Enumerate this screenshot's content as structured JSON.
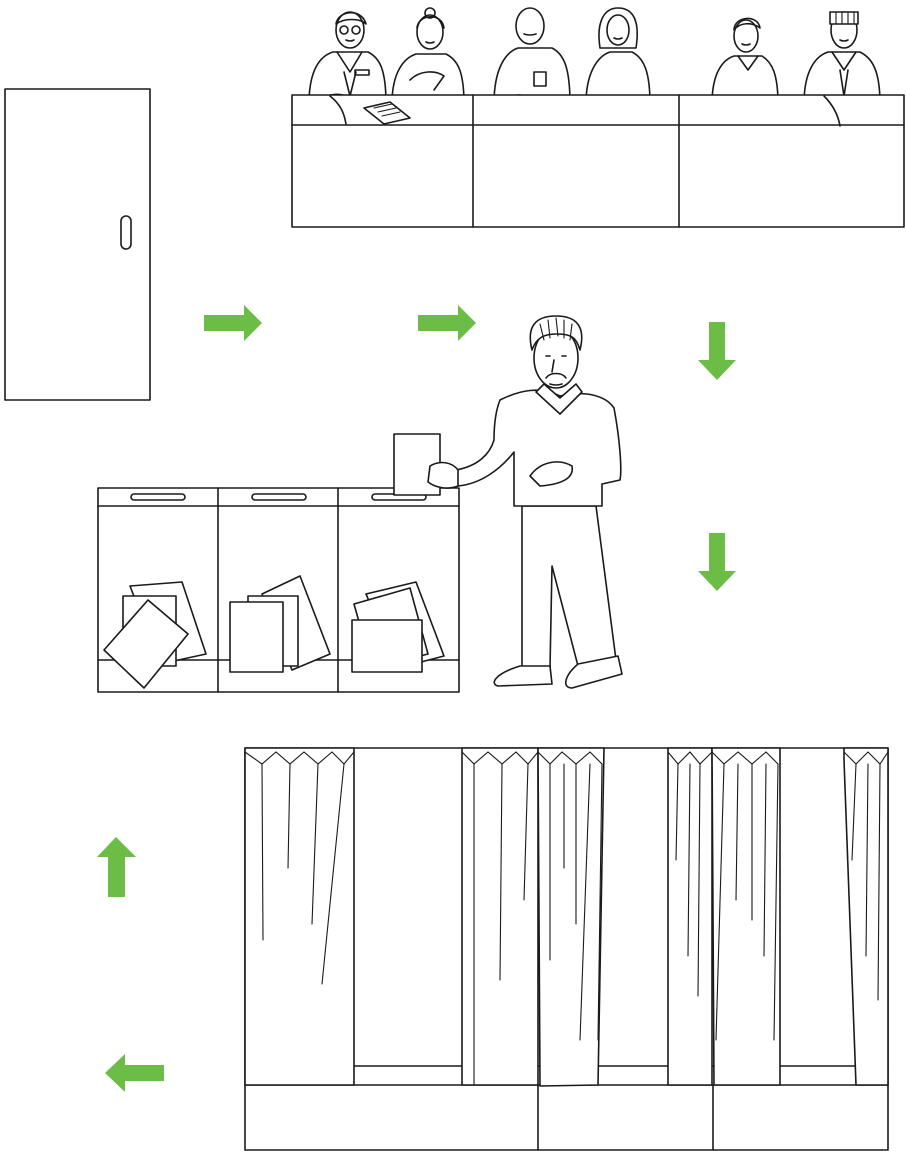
{
  "colors": {
    "arrow": "#6cbd45",
    "line": "#1a1a1a",
    "background": "#ffffff"
  },
  "flow": [
    {
      "step": 1,
      "element": "entrance-door"
    },
    {
      "step": 2,
      "element": "commission-table"
    },
    {
      "step": 3,
      "element": "voting-booths"
    },
    {
      "step": 4,
      "element": "ballot-boxes"
    },
    {
      "step": 5,
      "element": "exit"
    }
  ],
  "arrows": [
    {
      "name": "arrow-door-to-table",
      "direction": "right"
    },
    {
      "name": "arrow-toward-commission",
      "direction": "right"
    },
    {
      "name": "arrow-commission-down",
      "direction": "down"
    },
    {
      "name": "arrow-to-booths-down",
      "direction": "down"
    },
    {
      "name": "arrow-booths-to-exit",
      "direction": "left"
    },
    {
      "name": "arrow-exit-up",
      "direction": "up"
    }
  ],
  "commission_members": 6,
  "ballot_boxes": 3,
  "voting_booths": 3
}
